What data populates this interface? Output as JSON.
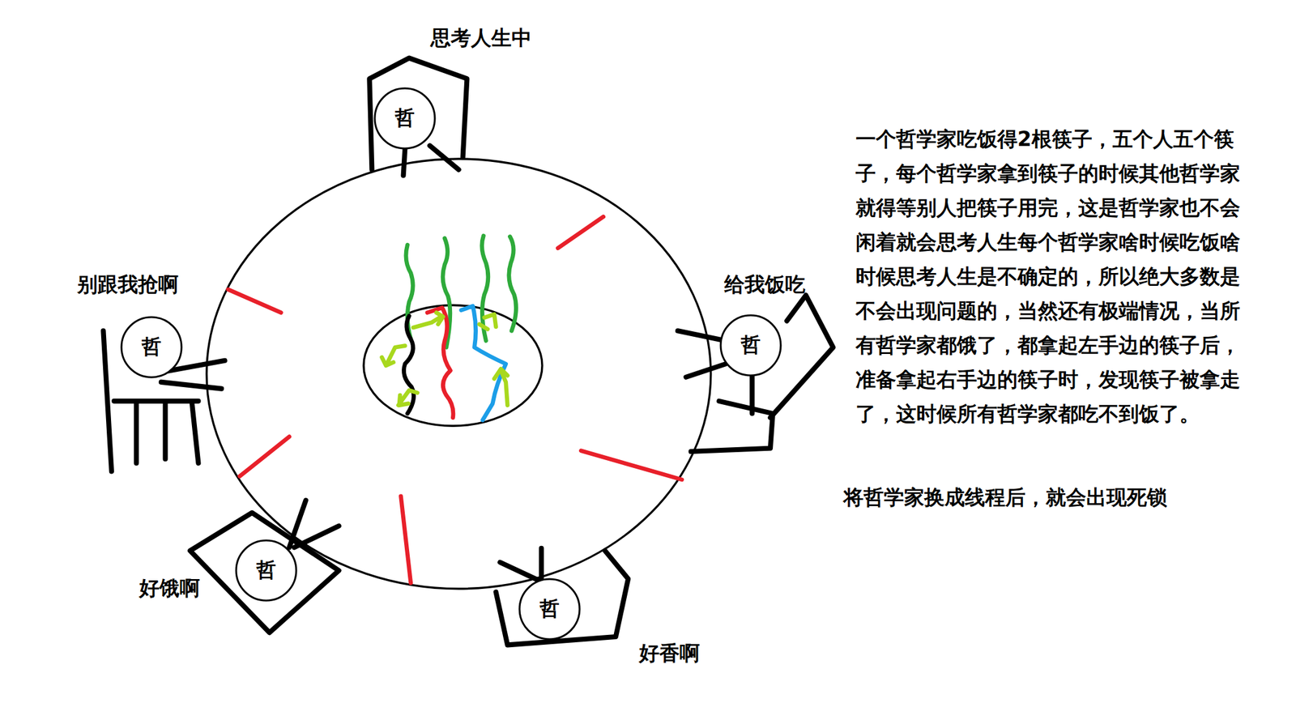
{
  "diagram": {
    "nodes": [
      {
        "text": [
          "哲"
        ]
      },
      {
        "text": [
          "哲"
        ]
      },
      {
        "text": [
          "哲"
        ]
      },
      {
        "text": [
          "哲"
        ]
      },
      {
        "text": [
          "哲"
        ]
      }
    ],
    "labels": [
      "思考人生中",
      "别跟我抢啊",
      "给我饭吃",
      "好饿啊",
      "好香啊",
      "一个哲学家吃饭得2根筷子，五个人五个筷子，每个哲学家拿到筷子的时候其他哲学家就得等别人把筷子用完，这是哲学家也不会闲着就会思考人生每个哲学家啥时候吃饭啥时候思考人生是不确定的，所以绝大多数是不会出现问题的，当然还有极端情况，当所有哲学家都饿了，都拿起左手边的筷子后，准备拿起右手边的筷子时，发现筷子被拿走了，这时候所有哲学家都吃不到饭了。",
      "将哲学家换成线程后，就会出现死锁"
    ]
  }
}
